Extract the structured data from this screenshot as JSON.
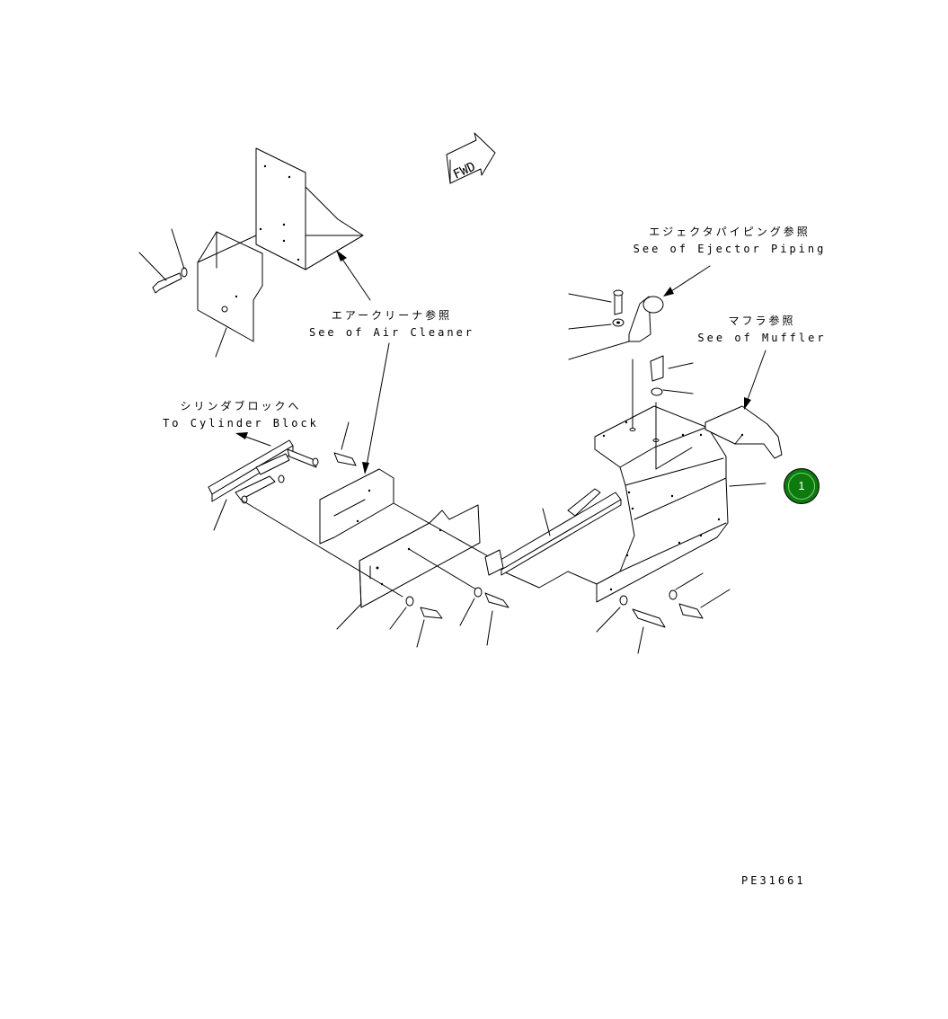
{
  "labels": {
    "air_cleaner_jp": "エアークリーナ参照",
    "air_cleaner_en": "See of Air Cleaner",
    "cylinder_jp": "シリンダブロックへ",
    "cylinder_en": "To Cylinder Block",
    "ejector_jp": "エジェクタパイピング参照",
    "ejector_en": "See of Ejector Piping",
    "muffler_jp": "マフラ参照",
    "muffler_en": "See of Muffler",
    "fwd": "FWD",
    "drawing_number": "PE31661"
  },
  "callout": {
    "number": "1",
    "color": "#0d7a0d"
  }
}
